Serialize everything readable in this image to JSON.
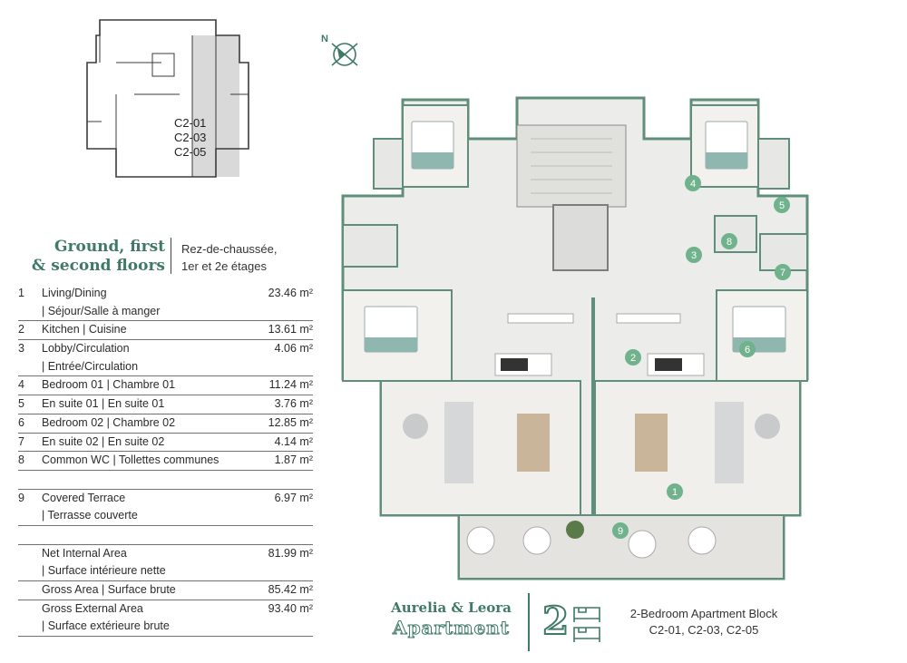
{
  "keyplan": {
    "units": [
      "C2-01",
      "C2-03",
      "C2-05"
    ]
  },
  "heading": {
    "line1": "Ground, first",
    "line2": "& second floors"
  },
  "subheading": {
    "line1": "Rez-de-chaussée,",
    "line2": "1er et 2e étages"
  },
  "rooms": [
    {
      "num": "1",
      "label": "Living/Dining",
      "area": "23.46 m²"
    },
    {
      "num": "",
      "label": "| Séjour/Salle à manger",
      "area": ""
    },
    {
      "num": "2",
      "label": "Kitchen | Cuisine",
      "area": "13.61 m²"
    },
    {
      "num": "3",
      "label": "Lobby/Circulation",
      "area": "4.06 m²"
    },
    {
      "num": "",
      "label": "| Entrée/Circulation",
      "area": ""
    },
    {
      "num": "4",
      "label": "Bedroom 01 | Chambre 01",
      "area": "11.24 m²"
    },
    {
      "num": "5",
      "label": "En suite 01 | En suite 01",
      "area": "3.76 m²"
    },
    {
      "num": "6",
      "label": "Bedroom 02 | Chambre 02",
      "area": "12.85 m²"
    },
    {
      "num": "7",
      "label": "En suite 02 | En suite 02",
      "area": "4.14 m²"
    },
    {
      "num": "8",
      "label": "Common WC | Tollettes communes",
      "area": "1.87 m²"
    },
    {
      "num": "",
      "label": "",
      "area": ""
    },
    {
      "num": "9",
      "label": "Covered Terrace",
      "area": "6.97 m²"
    },
    {
      "num": "",
      "label": "| Terrasse couverte",
      "area": ""
    },
    {
      "num": "",
      "label": "",
      "area": ""
    },
    {
      "num": "",
      "label": "Net Internal Area",
      "area": "81.99 m²"
    },
    {
      "num": "",
      "label": "| Surface intérieure nette",
      "area": ""
    },
    {
      "num": "",
      "label": "Gross Area | Surface brute",
      "area": "85.42 m²"
    },
    {
      "num": "",
      "label": "Gross External Area",
      "area": "93.40 m²"
    },
    {
      "num": "",
      "label": "| Surface extérieure brute",
      "area": ""
    }
  ],
  "plan_markers": [
    "1",
    "2",
    "3",
    "4",
    "5",
    "6",
    "7",
    "8",
    "9"
  ],
  "brand": {
    "line1": "Aurelia & Leora",
    "line2": "Apartment"
  },
  "bedroom_count": "2",
  "block": {
    "line1": "2-Bedroom Apartment Block",
    "line2": "C2-01, C2-03, C2-05"
  },
  "colors": {
    "accent": "#3f7a66",
    "marker": "#6fb28c",
    "wall": "#5f8f7b",
    "floor": "#ececea"
  }
}
